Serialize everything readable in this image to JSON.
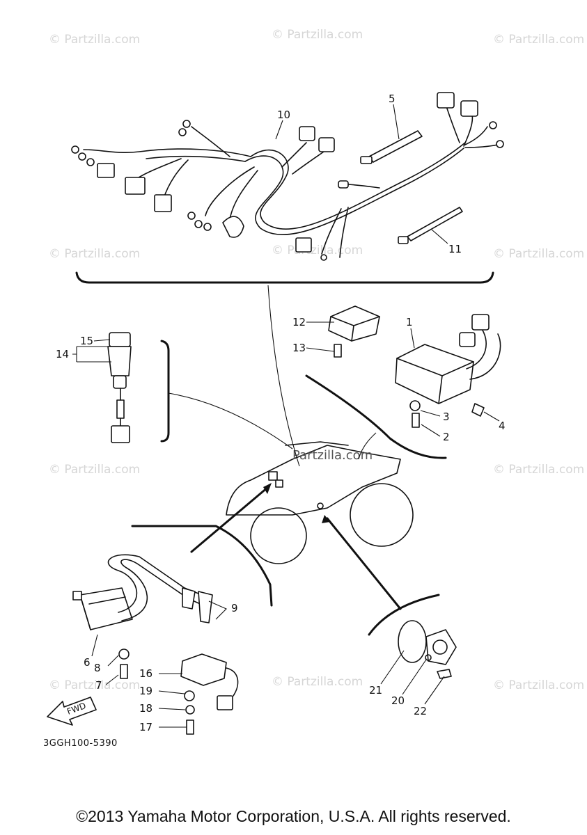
{
  "diagram_code": "3GGH100-5390",
  "copyright": "©2013 Yamaha Motor Corporation, U.S.A. All rights reserved.",
  "watermark": "© Partzilla.com",
  "watermark_center": "Partzilla.com",
  "fwd_label": "FWD",
  "callouts": {
    "c1": "1",
    "c2": "2",
    "c3": "3",
    "c4": "4",
    "c5": "5",
    "c6": "6",
    "c7": "7",
    "c8": "8",
    "c9": "9",
    "c10": "10",
    "c11": "11",
    "c12": "12",
    "c13": "13",
    "c14": "14",
    "c15": "15",
    "c16": "16",
    "c17": "17",
    "c18": "18",
    "c19": "19",
    "c20": "20",
    "c21": "21",
    "c22": "22"
  }
}
